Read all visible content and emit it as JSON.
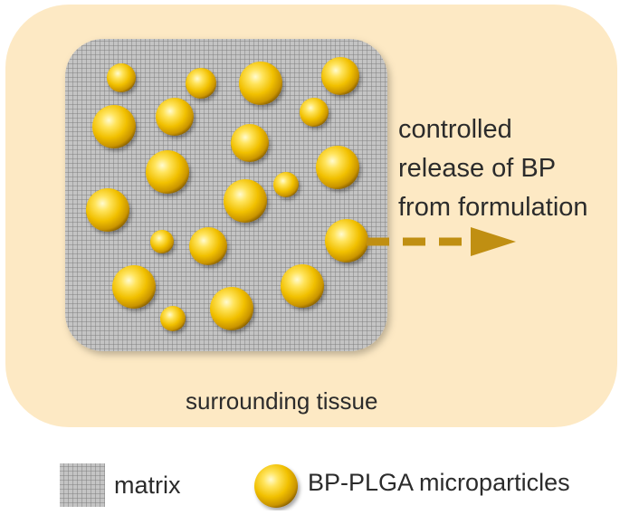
{
  "diagram": {
    "release_label_lines": [
      "controlled",
      "release of BP",
      "from formulation"
    ],
    "tissue_label": "surrounding tissue"
  },
  "legend": {
    "matrix_label": "matrix",
    "particle_label": "BP-PLGA microparticles"
  },
  "colors": {
    "tissue_fill": "#fde9c4",
    "matrix_fill": "#bcbcbc",
    "matrix_grid_line": "#8a8a8a",
    "particle_highlight": "#fff6b0",
    "particle_mid": "#f3c612",
    "particle_dark": "#a97a00",
    "arrow": "#c08f12"
  }
}
